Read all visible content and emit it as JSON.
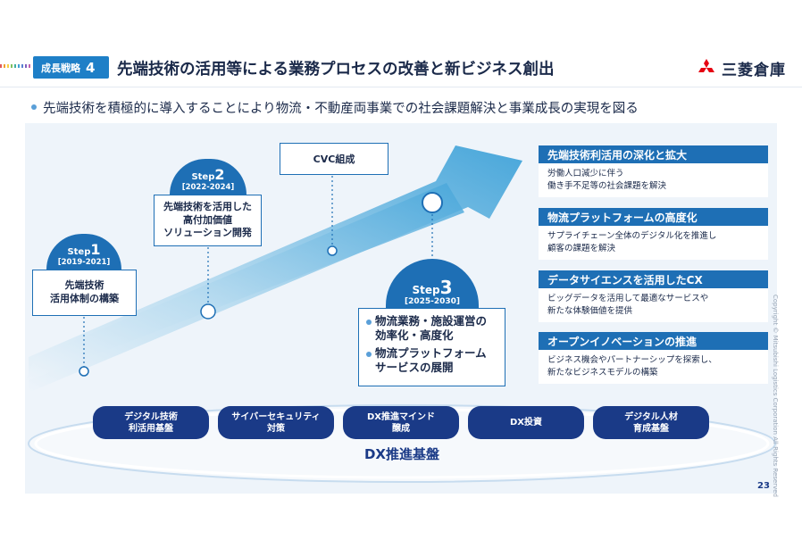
{
  "header": {
    "badge_label": "成長戦略",
    "badge_number": "4",
    "title": "先端技術の活用等による業務プロセスの改善と新ビジネス創出",
    "logo_text": "三菱倉庫"
  },
  "lead_text": "先端技術を積極的に導入することにより物流・不動産両事業での社会課題解決と事業成長の実現を図る",
  "steps": [
    {
      "label": "Step",
      "number": "1",
      "years": "[2019-2021]",
      "lines": [
        "先端技術",
        "活用体制の構築"
      ]
    },
    {
      "label": "Step",
      "number": "2",
      "years": "[2022-2024]",
      "lines": [
        "先端技術を活用した",
        "高付加価値",
        "ソリューション開発"
      ]
    },
    {
      "label": "Step",
      "number": "3",
      "years": "[2025-2030]",
      "items": [
        "物流業務・施設運営の効率化・高度化",
        "物流プラットフォームサービスの展開"
      ]
    }
  ],
  "cvc_label": "CVC組成",
  "goals": [
    {
      "title": "先端技術利活用の深化と拡大",
      "lines": [
        "労働人口減少に伴う",
        "働き手不足等の社会課題を解決"
      ]
    },
    {
      "title": "物流プラットフォームの高度化",
      "lines": [
        "サプライチェーン全体のデジタル化を推進し",
        "顧客の課題を解決"
      ]
    },
    {
      "title": "データサイエンスを活用したCX",
      "lines": [
        "ビッグデータを活用して最適なサービスや",
        "新たな体験価値を提供"
      ]
    },
    {
      "title": "オープンイノベーションの推進",
      "lines": [
        "ビジネス機会やパートナーシップを探索し、",
        "新たなビジネスモデルの構築"
      ]
    }
  ],
  "foundation": {
    "label": "DX推進基盤",
    "pills": [
      [
        "デジタル技術",
        "利活用基盤"
      ],
      [
        "サイバーセキュリティ",
        "対策"
      ],
      [
        "DX推進マインド",
        "醸成"
      ],
      [
        "DX投資"
      ],
      [
        "デジタル人材",
        "育成基盤"
      ]
    ]
  },
  "copyright": "Copyright © Mitsubishi Logistics Corporation All Rights Reserved",
  "page_number": "23",
  "colors": {
    "accent_blue": "#1e6fb5",
    "navy": "#1a3a87",
    "arrow_light": "#e6f1fa",
    "arrow_dark": "#4aa9dc",
    "logo_red": "#e60012"
  },
  "icons": [
    "mitsubishi-logo-icon",
    "bullet-dot-icon"
  ]
}
